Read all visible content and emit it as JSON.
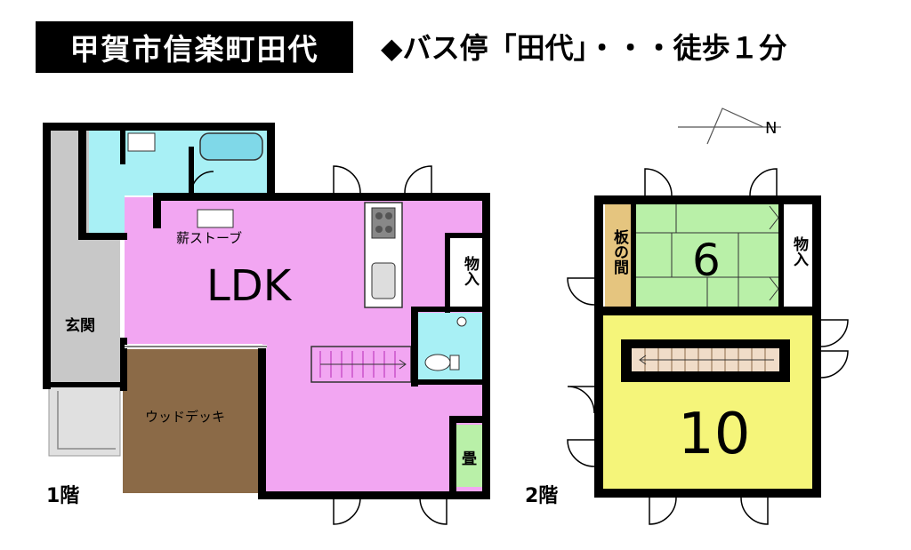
{
  "header": {
    "location": "甲賀市信楽町田代",
    "bus_info": "◆バス停「田代」・・・徒歩１分"
  },
  "floor1": {
    "label": "1階",
    "rooms": {
      "ldk": "LDK",
      "stove": "薪ストーブ",
      "storage": "物入",
      "entrance": "玄関",
      "deck": "ウッドデッキ",
      "tatami": "畳"
    }
  },
  "floor2": {
    "label": "2階",
    "rooms": {
      "itanoma": "板の間",
      "washitsu": "6",
      "storage": "物入",
      "room10": "10"
    }
  },
  "colors": {
    "ldk": "#f2a6f2",
    "wet": "#a8f0f5",
    "entrance": "#c8c8c8",
    "deck": "#8b6a47",
    "tatami": "#b9f0a8",
    "itanoma": "#e5c57f",
    "room10": "#f5f57a",
    "wall": "#000000"
  },
  "compass": "N"
}
